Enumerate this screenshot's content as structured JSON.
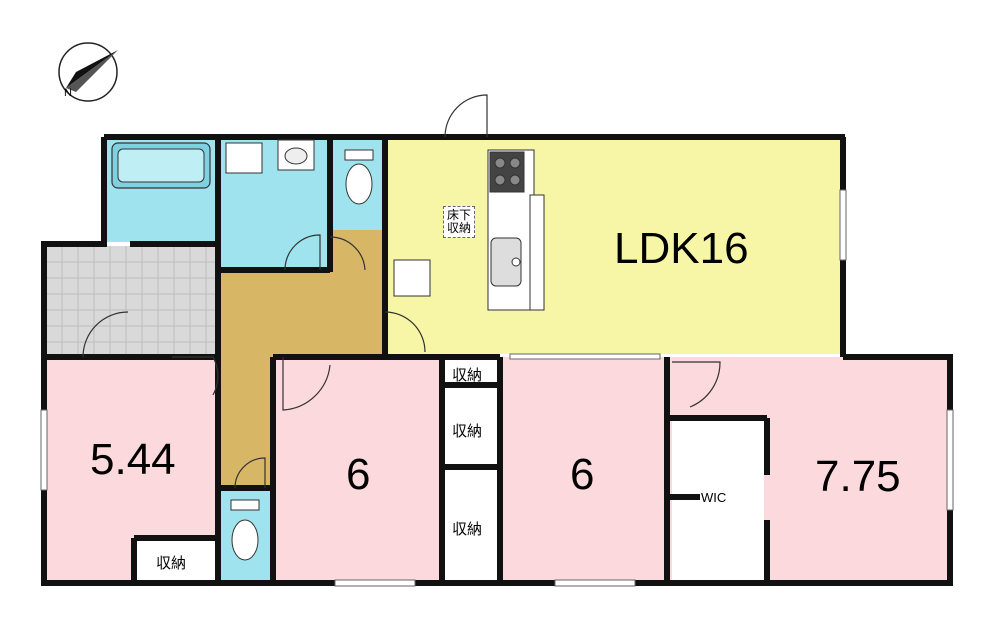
{
  "colors": {
    "wall": "#111111",
    "wet_area": "#9fe3ee",
    "ldk": "#f6f6a6",
    "bedroom": "#fbd9dc",
    "hall": "#d7b766",
    "tile": "#d9d9d9",
    "storage": "#ffffff"
  },
  "compass": {
    "label": "N",
    "icon": "compass-arrow-icon"
  },
  "rooms": {
    "ldk": "LDK16",
    "room_a": "5.44",
    "room_b": "6",
    "room_c": "6",
    "room_d": "7.75",
    "wic": "WIC"
  },
  "storage": {
    "under_floor": "床下\n収納",
    "closet_a": "収納",
    "closet_top": "収納",
    "closet_mid": "収納",
    "closet_bottom": "収納"
  }
}
